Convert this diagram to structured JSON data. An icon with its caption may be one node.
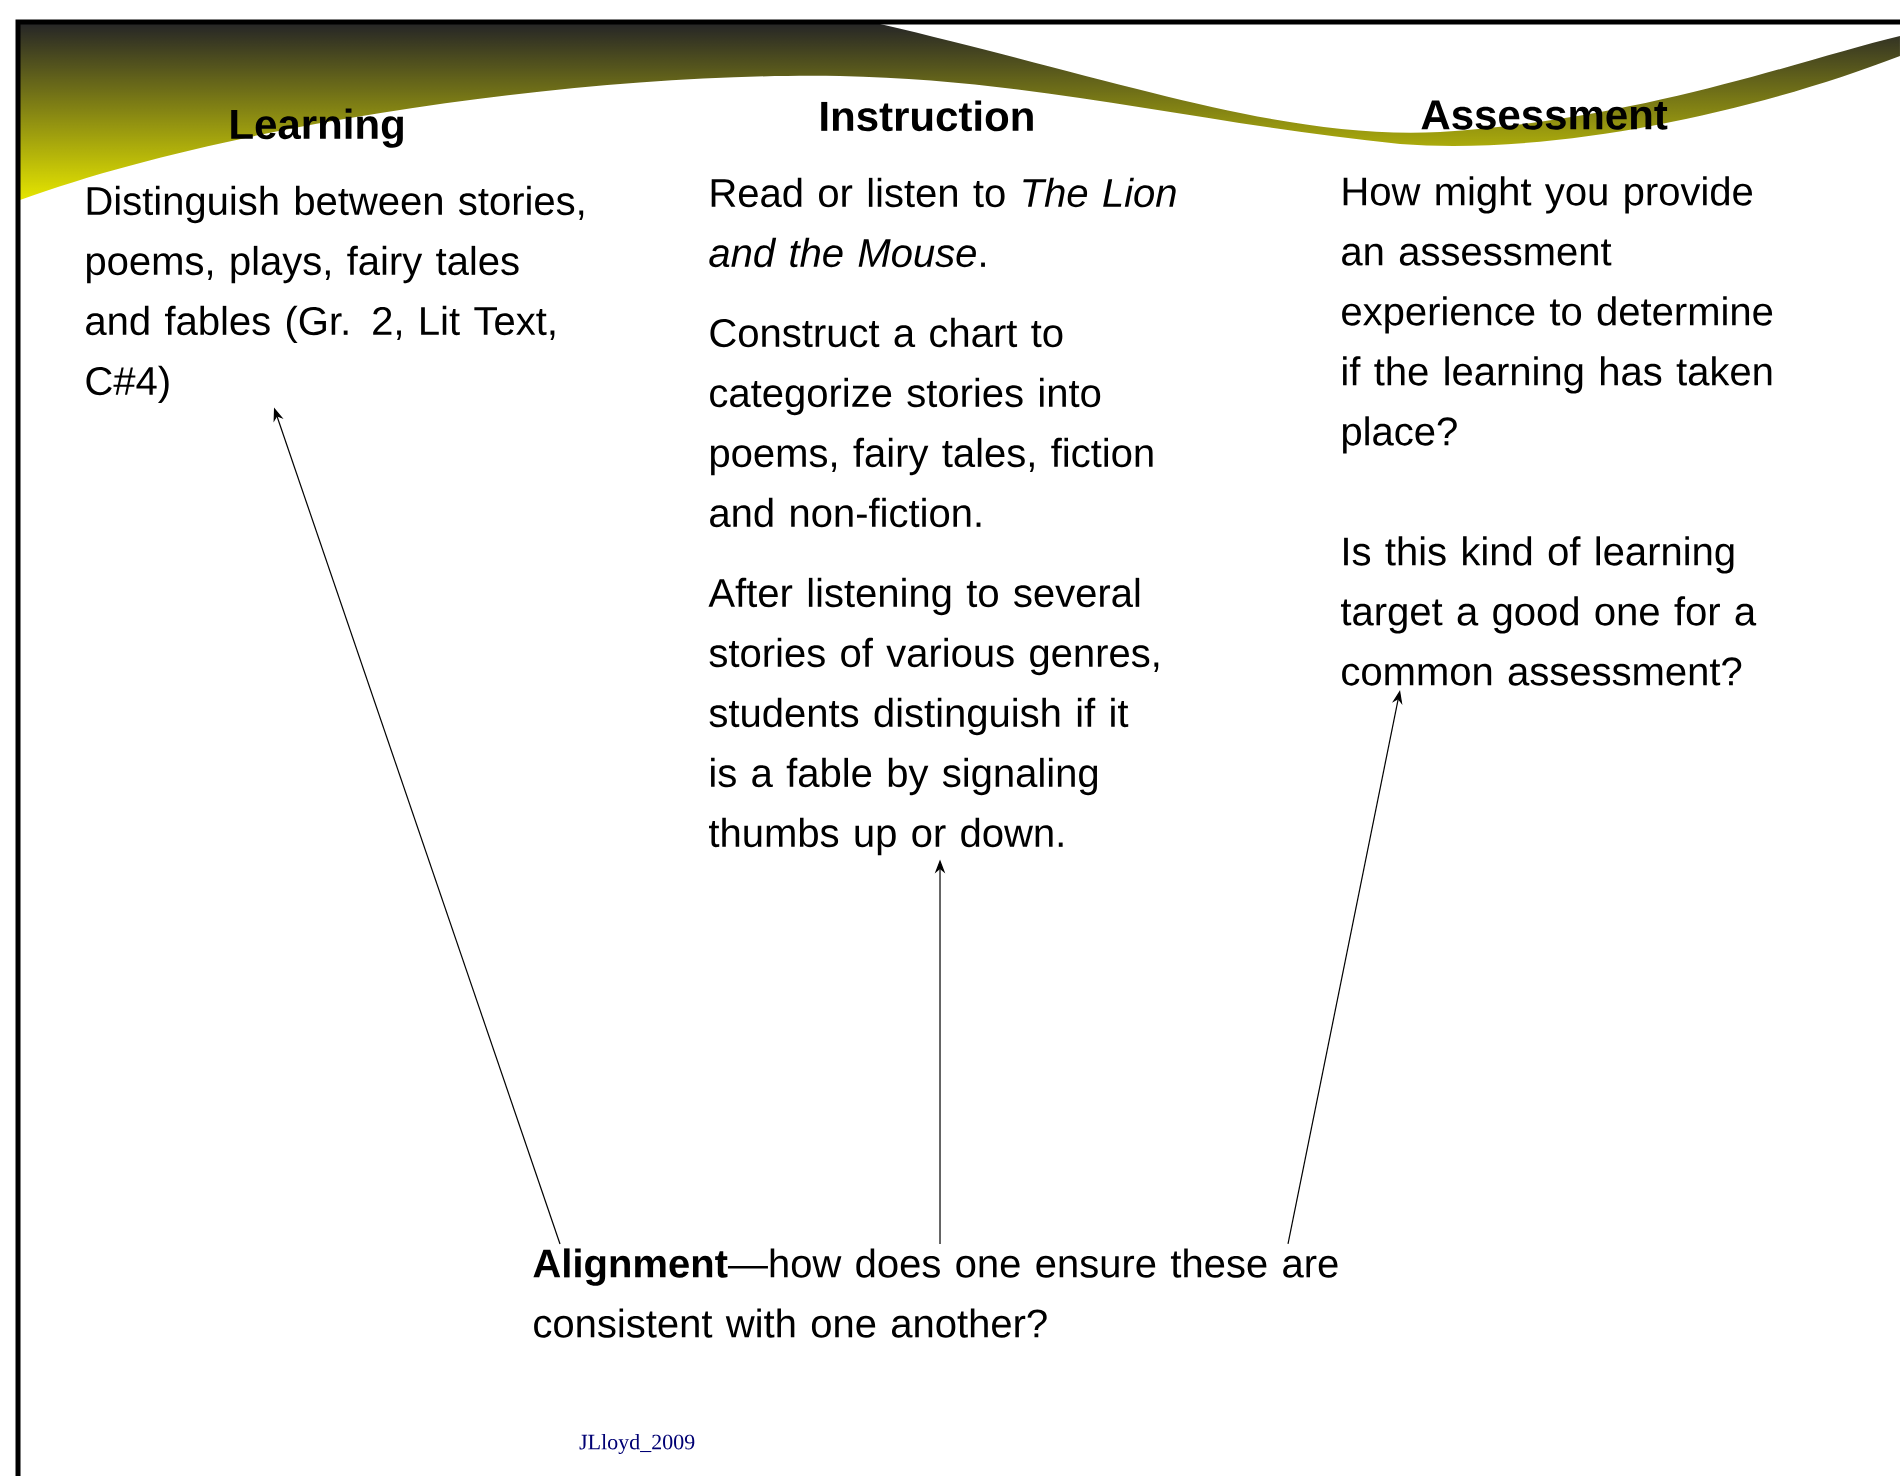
{
  "diagram": {
    "nodes": [
      {
        "text": [
          "Learning",
          "Distinguish between stories, poems, plays, fairy tales and fables (Gr. 2, Lit Text, C#4)"
        ]
      },
      {
        "text": [
          "Instruction",
          "Read or listen to *The Lion and the Mouse*.",
          "Construct a chart to categorize stories into poems, fairy tales, fiction and non-fiction.",
          "After listening to several stories of various genres, students distinguish if it is a fable by signaling thumbs up or down."
        ]
      },
      {
        "text": [
          "Assessment",
          "How might you provide an assessment experience to determine if the learning has taken place?",
          "Is this kind of learning target a good one for a common assessment?"
        ]
      },
      {
        "text": [
          "**Alignment**—how does one ensure these are consistent with one another?"
        ]
      }
    ],
    "edges": [
      {
        "from": 3,
        "to": 0,
        "arrow": "to"
      },
      {
        "from": 3,
        "to": 1,
        "arrow": "to"
      },
      {
        "from": 3,
        "to": 2,
        "arrow": "to"
      }
    ],
    "labels": [
      "JLloyd_2009"
    ]
  }
}
